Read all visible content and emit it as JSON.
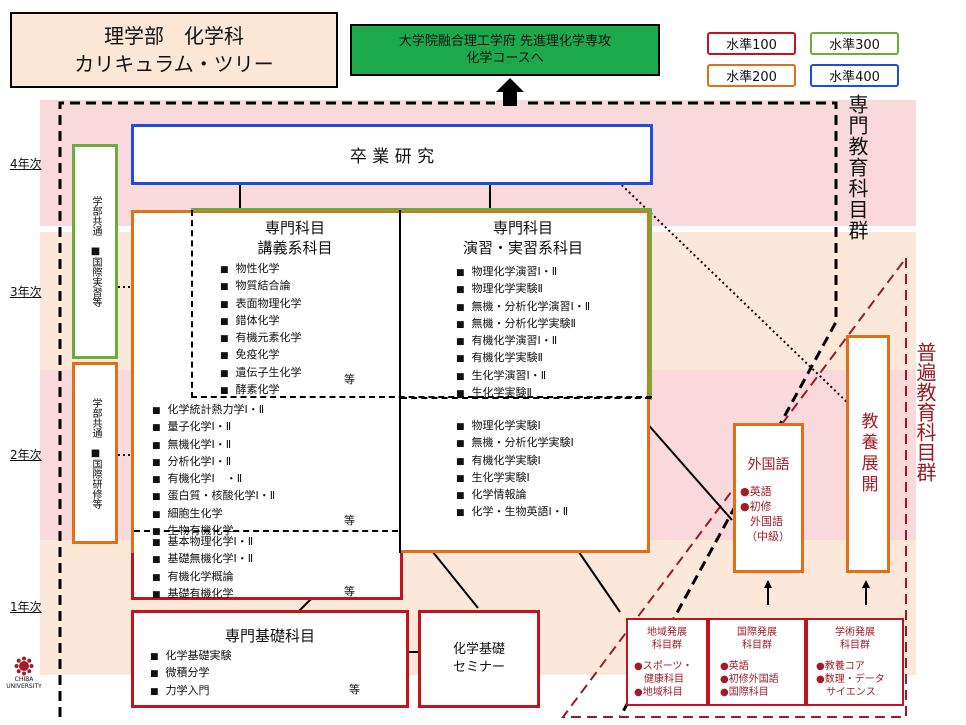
{
  "title": {
    "line1": "理学部　化学科",
    "line2": "カリキュラム・ツリー"
  },
  "graduate": {
    "line1": "大学院融合理工学府 先進理化学専攻",
    "line2": "化学コースへ"
  },
  "legend": [
    {
      "label": "水準100",
      "color": "#c0141e"
    },
    {
      "label": "水準300",
      "color": "#6aad3c"
    },
    {
      "label": "水準200",
      "color": "#e07016"
    },
    {
      "label": "水準400",
      "color": "#1d4fd8"
    }
  ],
  "years": [
    "4年次",
    "3年次",
    "2年次",
    "1年次"
  ],
  "senmon_kyoiku": "専門教育科目群",
  "fuhen_kyoiku": "普遍教育科目群",
  "sotsugyo": "卒 業 研 究",
  "kyotsu_3": {
    "top": "学部共通",
    "item": "■国際実習等"
  },
  "kyotsu_2": {
    "top": "学部共通",
    "item": "■国際研修等"
  },
  "lecture": {
    "title1": "専門科目",
    "title2": "講義系科目",
    "items": [
      "物性化学",
      "物質結合論",
      "表面物理化学",
      "錯体化学",
      "有機元素化学",
      "免疫化学",
      "遺伝子生化学",
      "酵素化学"
    ],
    "etc": "等"
  },
  "practice": {
    "title1": "専門科目",
    "title2": "演習・実習系科目",
    "items": [
      "物理化学演習Ⅰ・Ⅱ",
      "物理化学実験Ⅱ",
      "無機・分析化学演習Ⅰ・Ⅱ",
      "無機・分析化学実験Ⅱ",
      "有機化学演習Ⅰ・Ⅱ",
      "有機化学実験Ⅱ",
      "生化学演習Ⅰ・Ⅱ",
      "生化学実験Ⅱ"
    ]
  },
  "lecture2": {
    "items": [
      "化学統計熱力学Ⅰ・Ⅱ",
      "量子化学Ⅰ・Ⅱ",
      "無機化学Ⅰ・Ⅱ",
      "分析化学Ⅰ・Ⅱ",
      "有機化学Ⅰ　・Ⅱ",
      "蛋白質・核酸化学Ⅰ・Ⅱ",
      "細胞生化学",
      "生物有機化学"
    ],
    "etc": "等"
  },
  "lecture1": {
    "items": [
      "基本物理化学Ⅰ・Ⅱ",
      "基礎無機化学Ⅰ・Ⅱ",
      "有機化学概論",
      "基礎有機化学"
    ],
    "etc": "等"
  },
  "practice2": {
    "items": [
      "物理化学実験Ⅰ",
      "無機・分析化学実験Ⅰ",
      "有機化学実験Ⅰ",
      "生化学実験Ⅰ",
      "化学情報論",
      "化学・生物英語Ⅰ・Ⅱ"
    ]
  },
  "kiso": {
    "title": "専門基礎科目",
    "items": [
      "化学基礎実験",
      "微積分学",
      "力学入門"
    ],
    "etc": "等"
  },
  "seminar": {
    "line1": "化学基礎",
    "line2": "セミナー"
  },
  "gaikokugo": {
    "title": "外国語",
    "items": [
      "英語",
      "初修"
    ],
    "sub1": "外国語",
    "sub2": "（中級）"
  },
  "kyoyo": "教養展開",
  "chiiki": {
    "title1": "地域発展",
    "title2": "科目群",
    "items": [
      "スポーツ・",
      "健康科目",
      "地域科目"
    ]
  },
  "kokusai": {
    "title1": "国際発展",
    "title2": "科目群",
    "items": [
      "英語",
      "初修外国語",
      "国際科目"
    ]
  },
  "gakujutsu": {
    "title1": "学術発展",
    "title2": "科目群",
    "items": [
      "教養コア",
      "数理・データ",
      "サイエンス"
    ]
  },
  "logo": {
    "line1": "CHIBA",
    "line2": "UNIVERSITY"
  }
}
